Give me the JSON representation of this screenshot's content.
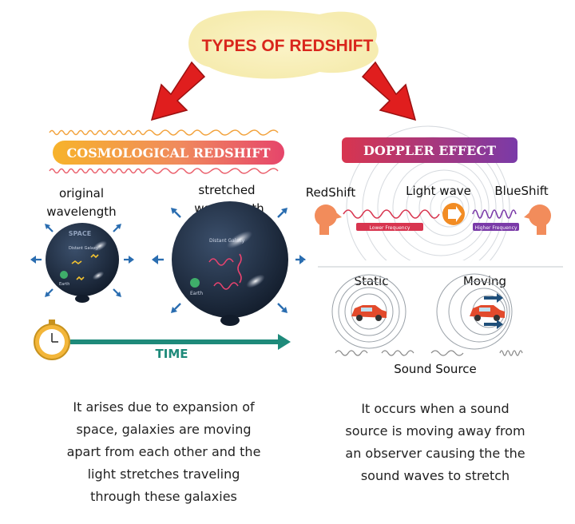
{
  "title": "TYPES OF REDSHIFT",
  "cosmological": {
    "banner": "COSMOLOGICAL REDSHIFT",
    "original_label": [
      "original",
      "wavelength"
    ],
    "stretched_label": [
      "stretched",
      "wavelength"
    ],
    "small_sphere_text": "SPACE",
    "galaxy_label": "Distant Galaxy",
    "earth_label": "Earth",
    "time_label": "TIME",
    "description": [
      "It arises due to expansion of",
      "space, galaxies are moving",
      "apart from each other and the",
      "light stretches traveling",
      "through these galaxies"
    ]
  },
  "doppler": {
    "banner": "DOPPLER EFFECT",
    "redshift_label": "RedShift",
    "lightwave_label": "Light wave",
    "blueshift_label": "BlueShift",
    "lower_frequency": "Lower Frequency",
    "higher_frequency": "Higher Frequency",
    "static_label": "Static",
    "moving_label": "Moving",
    "sound_source_label": "Sound Source",
    "description": [
      "It occurs when a sound",
      "source is moving away from",
      "an observer causing the the",
      "sound waves to stretch"
    ]
  },
  "colors": {
    "title_red": "#d9261c",
    "arrow_red": "#e01e1e",
    "cosmo_banner": "#f5a623",
    "doppler_banner": "#c0284a",
    "sphere": "#1b2a3e",
    "time_arrow": "#1e8a7a"
  }
}
